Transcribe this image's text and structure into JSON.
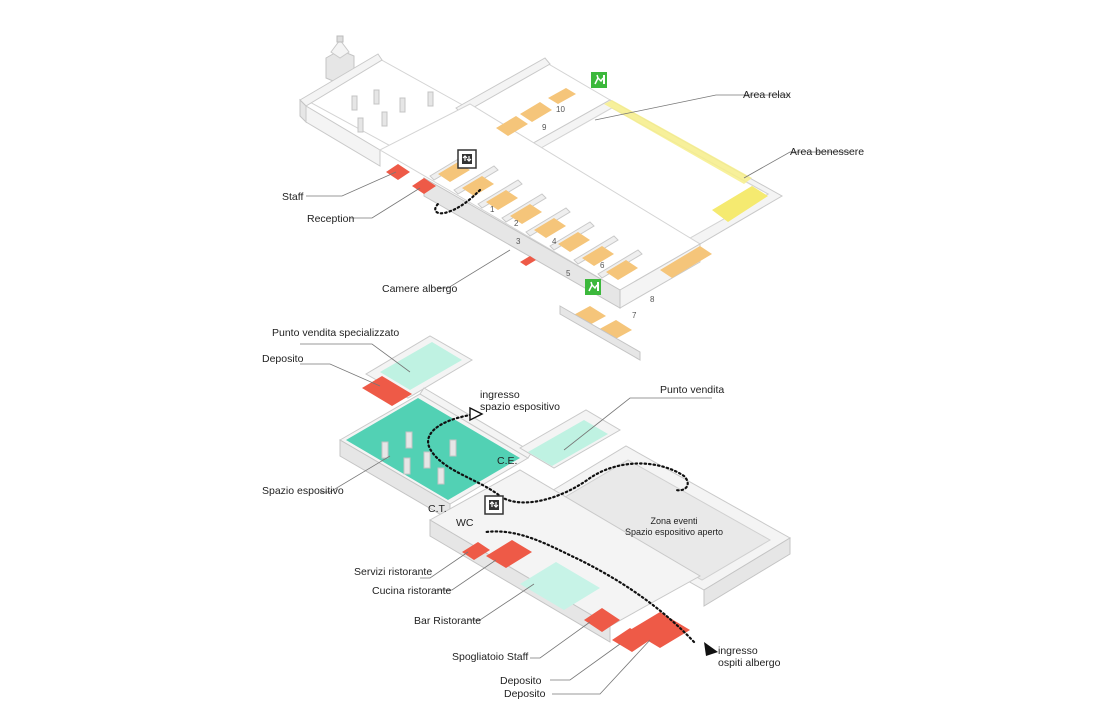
{
  "colors": {
    "hotel_room": "#f5c57a",
    "staff_service": "#ee5a47",
    "relax": "#f7ee8a",
    "wellness": "#f5ea70",
    "exhibition": "#52d1b4",
    "shop": "#bff2e2",
    "bar": "#c7f3e7",
    "events_floor": "#e9e9e9",
    "exit_sign": "#3cb83c"
  },
  "upper_floor": {
    "labels": {
      "area_relax": "Area relax",
      "area_benessere": "Area benessere",
      "staff": "Staff",
      "reception": "Reception",
      "camere_albergo": "Camere albergo"
    },
    "room_numbers": [
      "1",
      "2",
      "3",
      "4",
      "5",
      "6",
      "7",
      "8",
      "9",
      "10"
    ],
    "icons": [
      "elevator-icon",
      "emergency-exit-icon",
      "emergency-exit-icon"
    ]
  },
  "lower_floor": {
    "labels": {
      "punto_vendita_specializzato": "Punto vendita specializzato",
      "deposito_top": "Deposito",
      "ingresso_spazio_line1": "ingresso",
      "ingresso_spazio_line2": "spazio espositivo",
      "punto_vendita": "Punto vendita",
      "ce": "C.E.",
      "spazio_espositivo": "Spazio espositivo",
      "ct": "C.T.",
      "wc": "WC",
      "zona_eventi_line1": "Zona eventi",
      "zona_eventi_line2": "Spazio espositivo aperto",
      "servizi_ristorante": "Servizi ristorante",
      "cucina_ristorante": "Cucina ristorante",
      "bar_ristorante": "Bar Ristorante",
      "spogliatoio_staff": "Spogliatoio Staff",
      "deposito_1": "Deposito",
      "deposito_2": "Deposito",
      "ingresso_ospiti_line1": "ingresso",
      "ingresso_ospiti_line2": "ospiti albergo"
    },
    "icons": [
      "elevator-icon"
    ]
  }
}
